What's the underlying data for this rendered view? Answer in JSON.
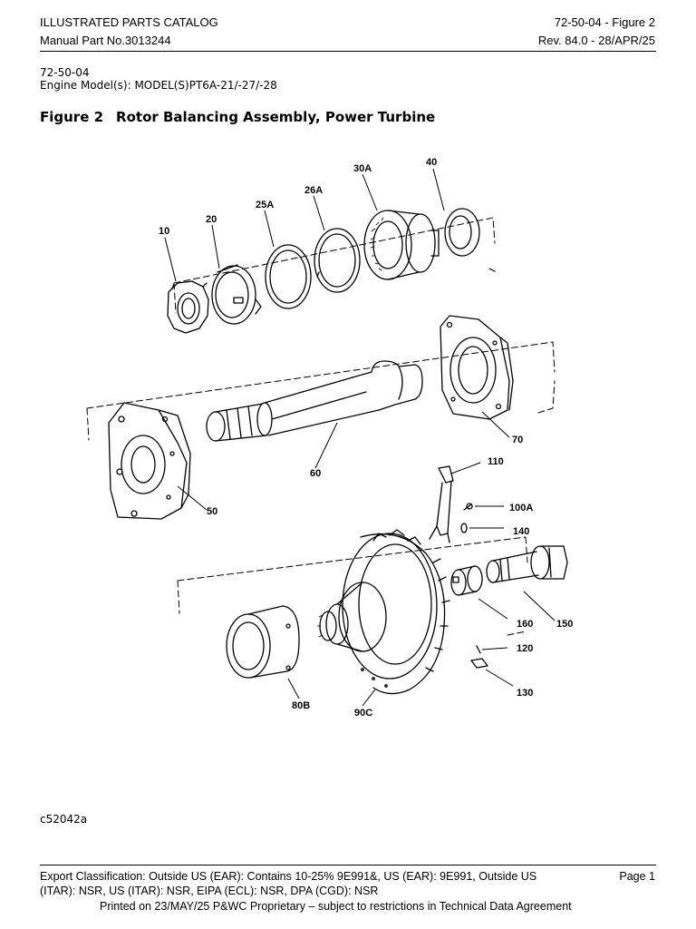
{
  "header": {
    "catalog": "ILLUSTRATED PARTS CATALOG",
    "manual_part": "Manual Part No.3013244",
    "figure_ref": "72-50-04 - Figure 2",
    "revision": "Rev. 84.0 - 28/APR/25"
  },
  "meta": {
    "section": "72-50-04",
    "engine_models": "Engine Model(s): MODEL(S)PT6A-21/-27/-28"
  },
  "figure": {
    "number": "Figure 2",
    "caption": "Rotor Balancing Assembly, Power Turbine",
    "image_id": "c52042a"
  },
  "callouts": {
    "c10": "10",
    "c20": "20",
    "c25a": "25A",
    "c26a": "26A",
    "c30a": "30A",
    "c40": "40",
    "c50": "50",
    "c60": "60",
    "c70": "70",
    "c110": "110",
    "c100a": "100A",
    "c140": "140",
    "c150": "150",
    "c160": "160",
    "c120": "120",
    "c130": "130",
    "c80b": "80B",
    "c90c": "90C"
  },
  "footer": {
    "export_line1": "Export Classification: Outside US (EAR): Contains 10-25% 9E991&, US (EAR): 9E991, Outside US",
    "export_line2": "(ITAR): NSR, US (ITAR): NSR, EIPA (ECL): NSR, DPA (CGD): NSR",
    "page": "Page 1",
    "printed": "Printed on 23/MAY/25 P&WC Proprietary – subject to restrictions in Technical Data Agreement"
  }
}
